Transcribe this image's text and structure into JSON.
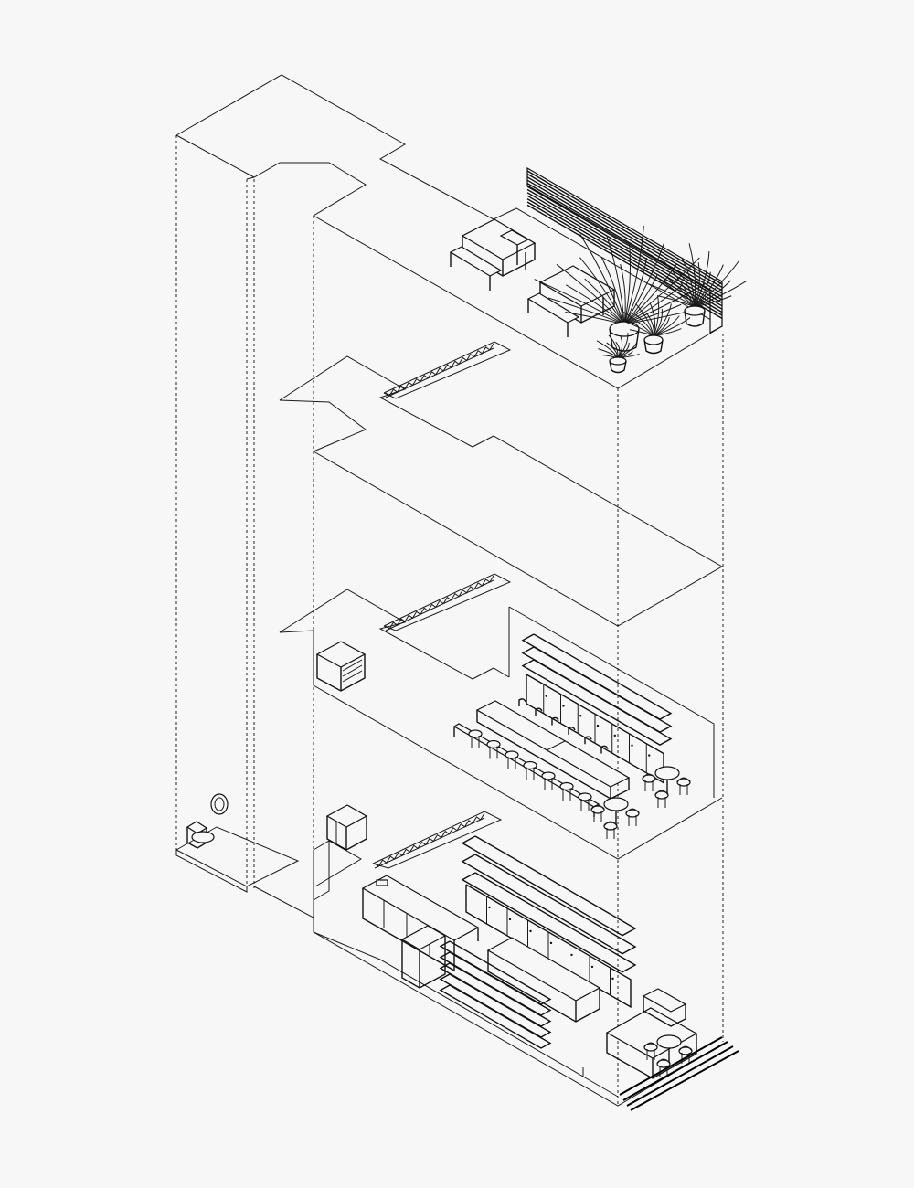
{
  "drawing": {
    "type": "exploded axonometric building diagram",
    "colors": {
      "background": "#f7f7f7",
      "line": "#111111"
    },
    "levels": [
      {
        "name": "roof-terrace",
        "contents": [
          "picnic-tables",
          "potted-plants",
          "slatted-screen"
        ]
      },
      {
        "name": "mezzanine-floor",
        "contents": [
          "stair"
        ]
      },
      {
        "name": "first-floor",
        "contents": [
          "stair",
          "cabinet",
          "shelving",
          "counters",
          "stools",
          "cafe-tables"
        ]
      },
      {
        "name": "ground-floor",
        "contents": [
          "stair",
          "toilet",
          "sink",
          "shelving",
          "island",
          "cabinets",
          "cafe-table",
          "entrance-steps"
        ]
      }
    ]
  }
}
